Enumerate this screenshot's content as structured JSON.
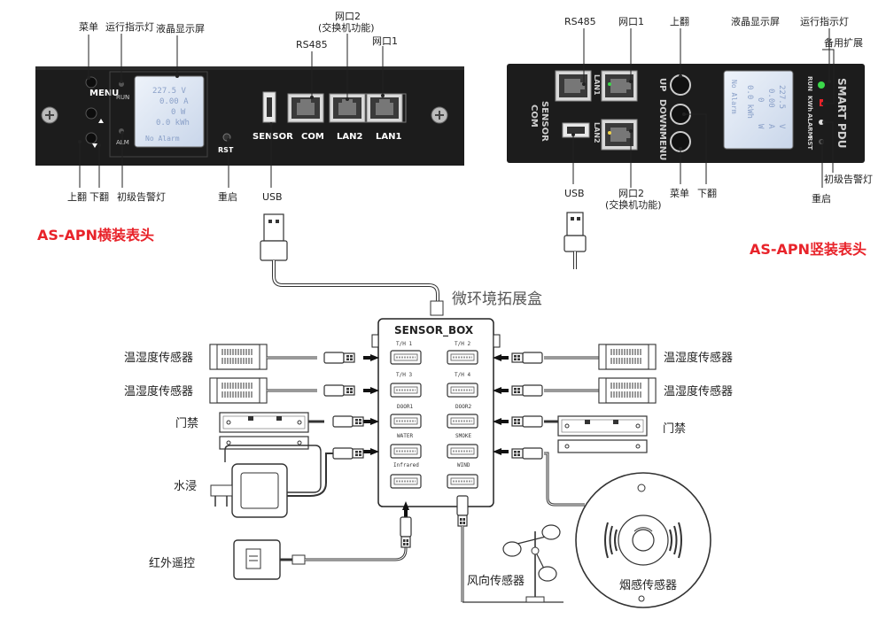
{
  "horizontal": {
    "caption": "AS-APN横装表头",
    "callouts": {
      "menu": "菜单",
      "run_light": "运行指示灯",
      "lcd": "液晶显示屏",
      "lan2": "网口2",
      "lan2_note": "(交换机功能)",
      "rs485": "RS485",
      "lan1": "网口1",
      "up": "上翻",
      "down": "下翻",
      "alarm_light": "初级告警灯",
      "reset": "重启",
      "usb": "USB"
    },
    "panel": {
      "menu": "MENU",
      "run": "RUN",
      "alm": "ALM",
      "rst": "RST",
      "sensor": "SENSOR",
      "com": "COM",
      "lan2": "LAN2",
      "lan1": "LAN1"
    },
    "lcd_lines": [
      "227.5  V",
      "0.00  A",
      "0  W",
      "0.0 kWh"
    ],
    "lcd_alarm": "No Alarm"
  },
  "vertical": {
    "caption": "AS-APN竖装表头",
    "callouts": {
      "rs485": "RS485",
      "lan1": "网口1",
      "up": "上翻",
      "lcd": "液晶显示屏",
      "run_light": "运行指示灯",
      "spare": "备用扩展",
      "usb": "USB",
      "lan2": "网口2",
      "lan2_note": "(交换机功能)",
      "menu": "菜单",
      "down": "下翻",
      "alarm_light": "初级告警灯",
      "reset": "重启"
    },
    "panel": {
      "brand": "SMART PDU",
      "com": "COM",
      "sensor": "SENSOR",
      "lan1": "LAN1",
      "lan2": "LAN2",
      "up": "UP",
      "down": "DOWN",
      "menu": "MENU",
      "run": "RUN",
      "kwh": "KWh",
      "alarm": "ALARM",
      "rst": "RST"
    },
    "lcd_lines": [
      "227.5",
      "0.00",
      "0",
      "0.0 kWh"
    ],
    "lcd_units": [
      "V",
      "A",
      "W"
    ],
    "lcd_alarm": "No Alarm"
  },
  "box": {
    "title": "微环境拓展盒",
    "label": "SENSOR_BOX",
    "ports": [
      "T/H 1",
      "T/H 2",
      "T/H 3",
      "T/H 4",
      "DOOR1",
      "DOOR2",
      "WATER",
      "SMOKE",
      "Infrared",
      "WIND"
    ]
  },
  "devices": {
    "th_left_1": "温湿度传感器",
    "th_left_2": "温湿度传感器",
    "door_left": "门禁",
    "water": "水浸",
    "infrared": "红外遥控",
    "th_right_1": "温湿度传感器",
    "th_right_2": "温湿度传感器",
    "door_right": "门禁",
    "wind": "风向传感器",
    "smoke": "烟感传感器"
  },
  "colors": {
    "accent_red": "#e8232a",
    "panel_black": "#1c1c1c",
    "lcd_bg": "#dfe8f4",
    "run_green": "#3bd84a"
  }
}
